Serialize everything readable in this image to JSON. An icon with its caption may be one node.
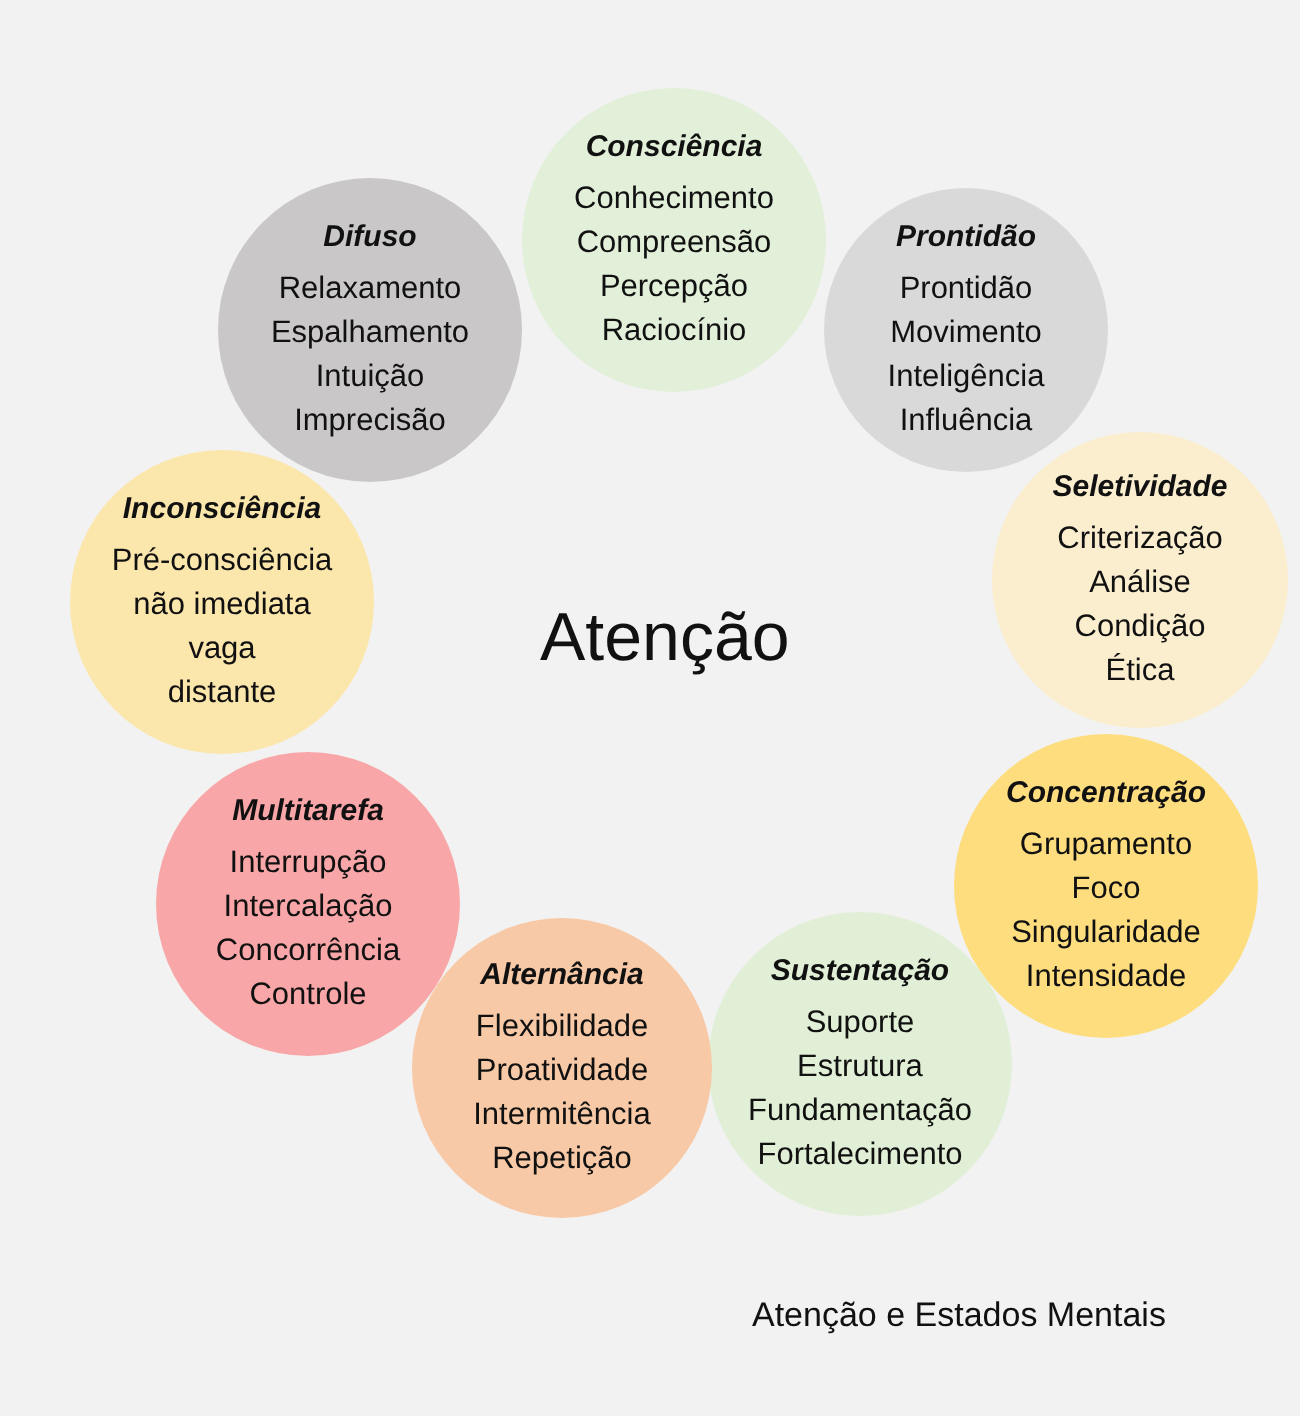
{
  "diagram": {
    "caption": "Atenção e Estados Mentais",
    "nodes": [
      {
        "text": [
          "Consciência",
          "Conhecimento",
          "Compreensão",
          "Percepção",
          "Raciocínio"
        ]
      },
      {
        "text": [
          "Prontidão",
          "Prontidão",
          "Movimento",
          "Inteligência",
          "Influência"
        ]
      },
      {
        "text": [
          "Seletividade",
          "Criterização",
          "Análise",
          "Condição",
          "Ética"
        ]
      },
      {
        "text": [
          "Concentração",
          "Grupamento",
          "Foco",
          "Singularidade",
          "Intensidade"
        ]
      },
      {
        "text": [
          "Sustentação",
          "Suporte",
          "Estrutura",
          "Fundamentação",
          "Fortalecimento"
        ]
      },
      {
        "text": [
          "Alternância",
          "Flexibilidade",
          "Proatividade",
          "Intermitência",
          "Repetição"
        ]
      },
      {
        "text": [
          "Multitarefa",
          "Interrupção",
          "Intercalação",
          "Concorrência",
          "Controle"
        ]
      },
      {
        "text": [
          "Inconsciência",
          "Pré-consciência",
          "não imediata",
          "vaga",
          "distante"
        ]
      },
      {
        "text": [
          "Difuso",
          "Relaxamento",
          "Espalhamento",
          "Intuição",
          "Imprecisão"
        ]
      }
    ],
    "labels": [
      "Atenção"
    ]
  }
}
